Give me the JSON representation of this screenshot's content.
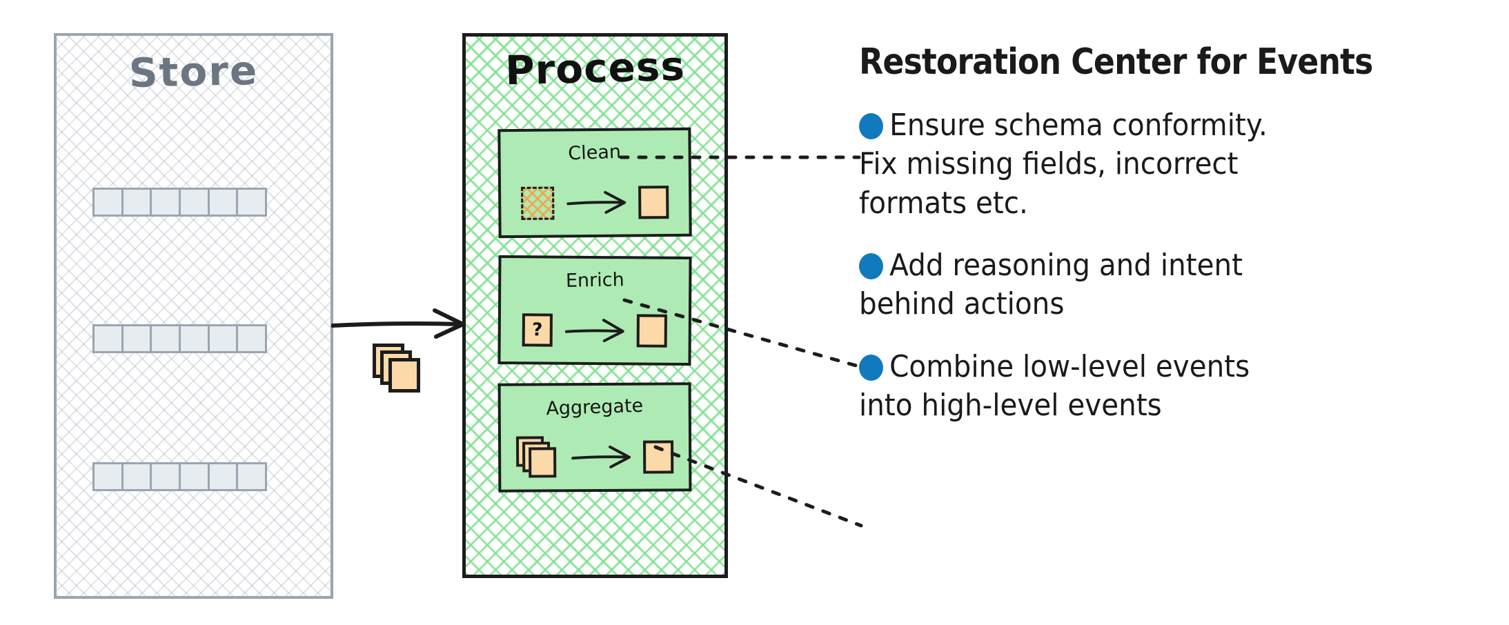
{
  "diagram": {
    "store": {
      "title": "Store",
      "rows": [
        {
          "cells": 6
        },
        {
          "cells": 6
        },
        {
          "cells": 6
        }
      ],
      "border_color": "#9aa5b1",
      "cell_fill": "#e7ecf0"
    },
    "flow": {
      "arrow_label": "",
      "payload_icon": "card-stack-icon"
    },
    "process": {
      "title": "Process",
      "border_color": "#1c1c1c",
      "hatch_color": "#7ee290",
      "steps": [
        {
          "label": "Clean",
          "input_icon": "dirty-data-icon",
          "input_value": "",
          "output_icon": "clean-record-icon"
        },
        {
          "label": "Enrich",
          "input_icon": "unknown-record-icon",
          "input_value": "?",
          "output_icon": "enriched-record-icon"
        },
        {
          "label": "Aggregate",
          "input_icon": "record-stack-icon",
          "input_value": "",
          "output_icon": "aggregated-record-icon"
        }
      ],
      "step_fill": "#aeebb4",
      "record_fill": "#fcd9a8"
    }
  },
  "panel": {
    "title": "Restoration Center for Events",
    "bullet_color": "#1179be",
    "bullets": [
      {
        "text": "Ensure schema conformity.\nFix missing fields, incorrect\nformats etc."
      },
      {
        "text": "Add reasoning and intent\nbehind actions"
      },
      {
        "text": "Combine low-level events\ninto high-level events"
      }
    ]
  }
}
